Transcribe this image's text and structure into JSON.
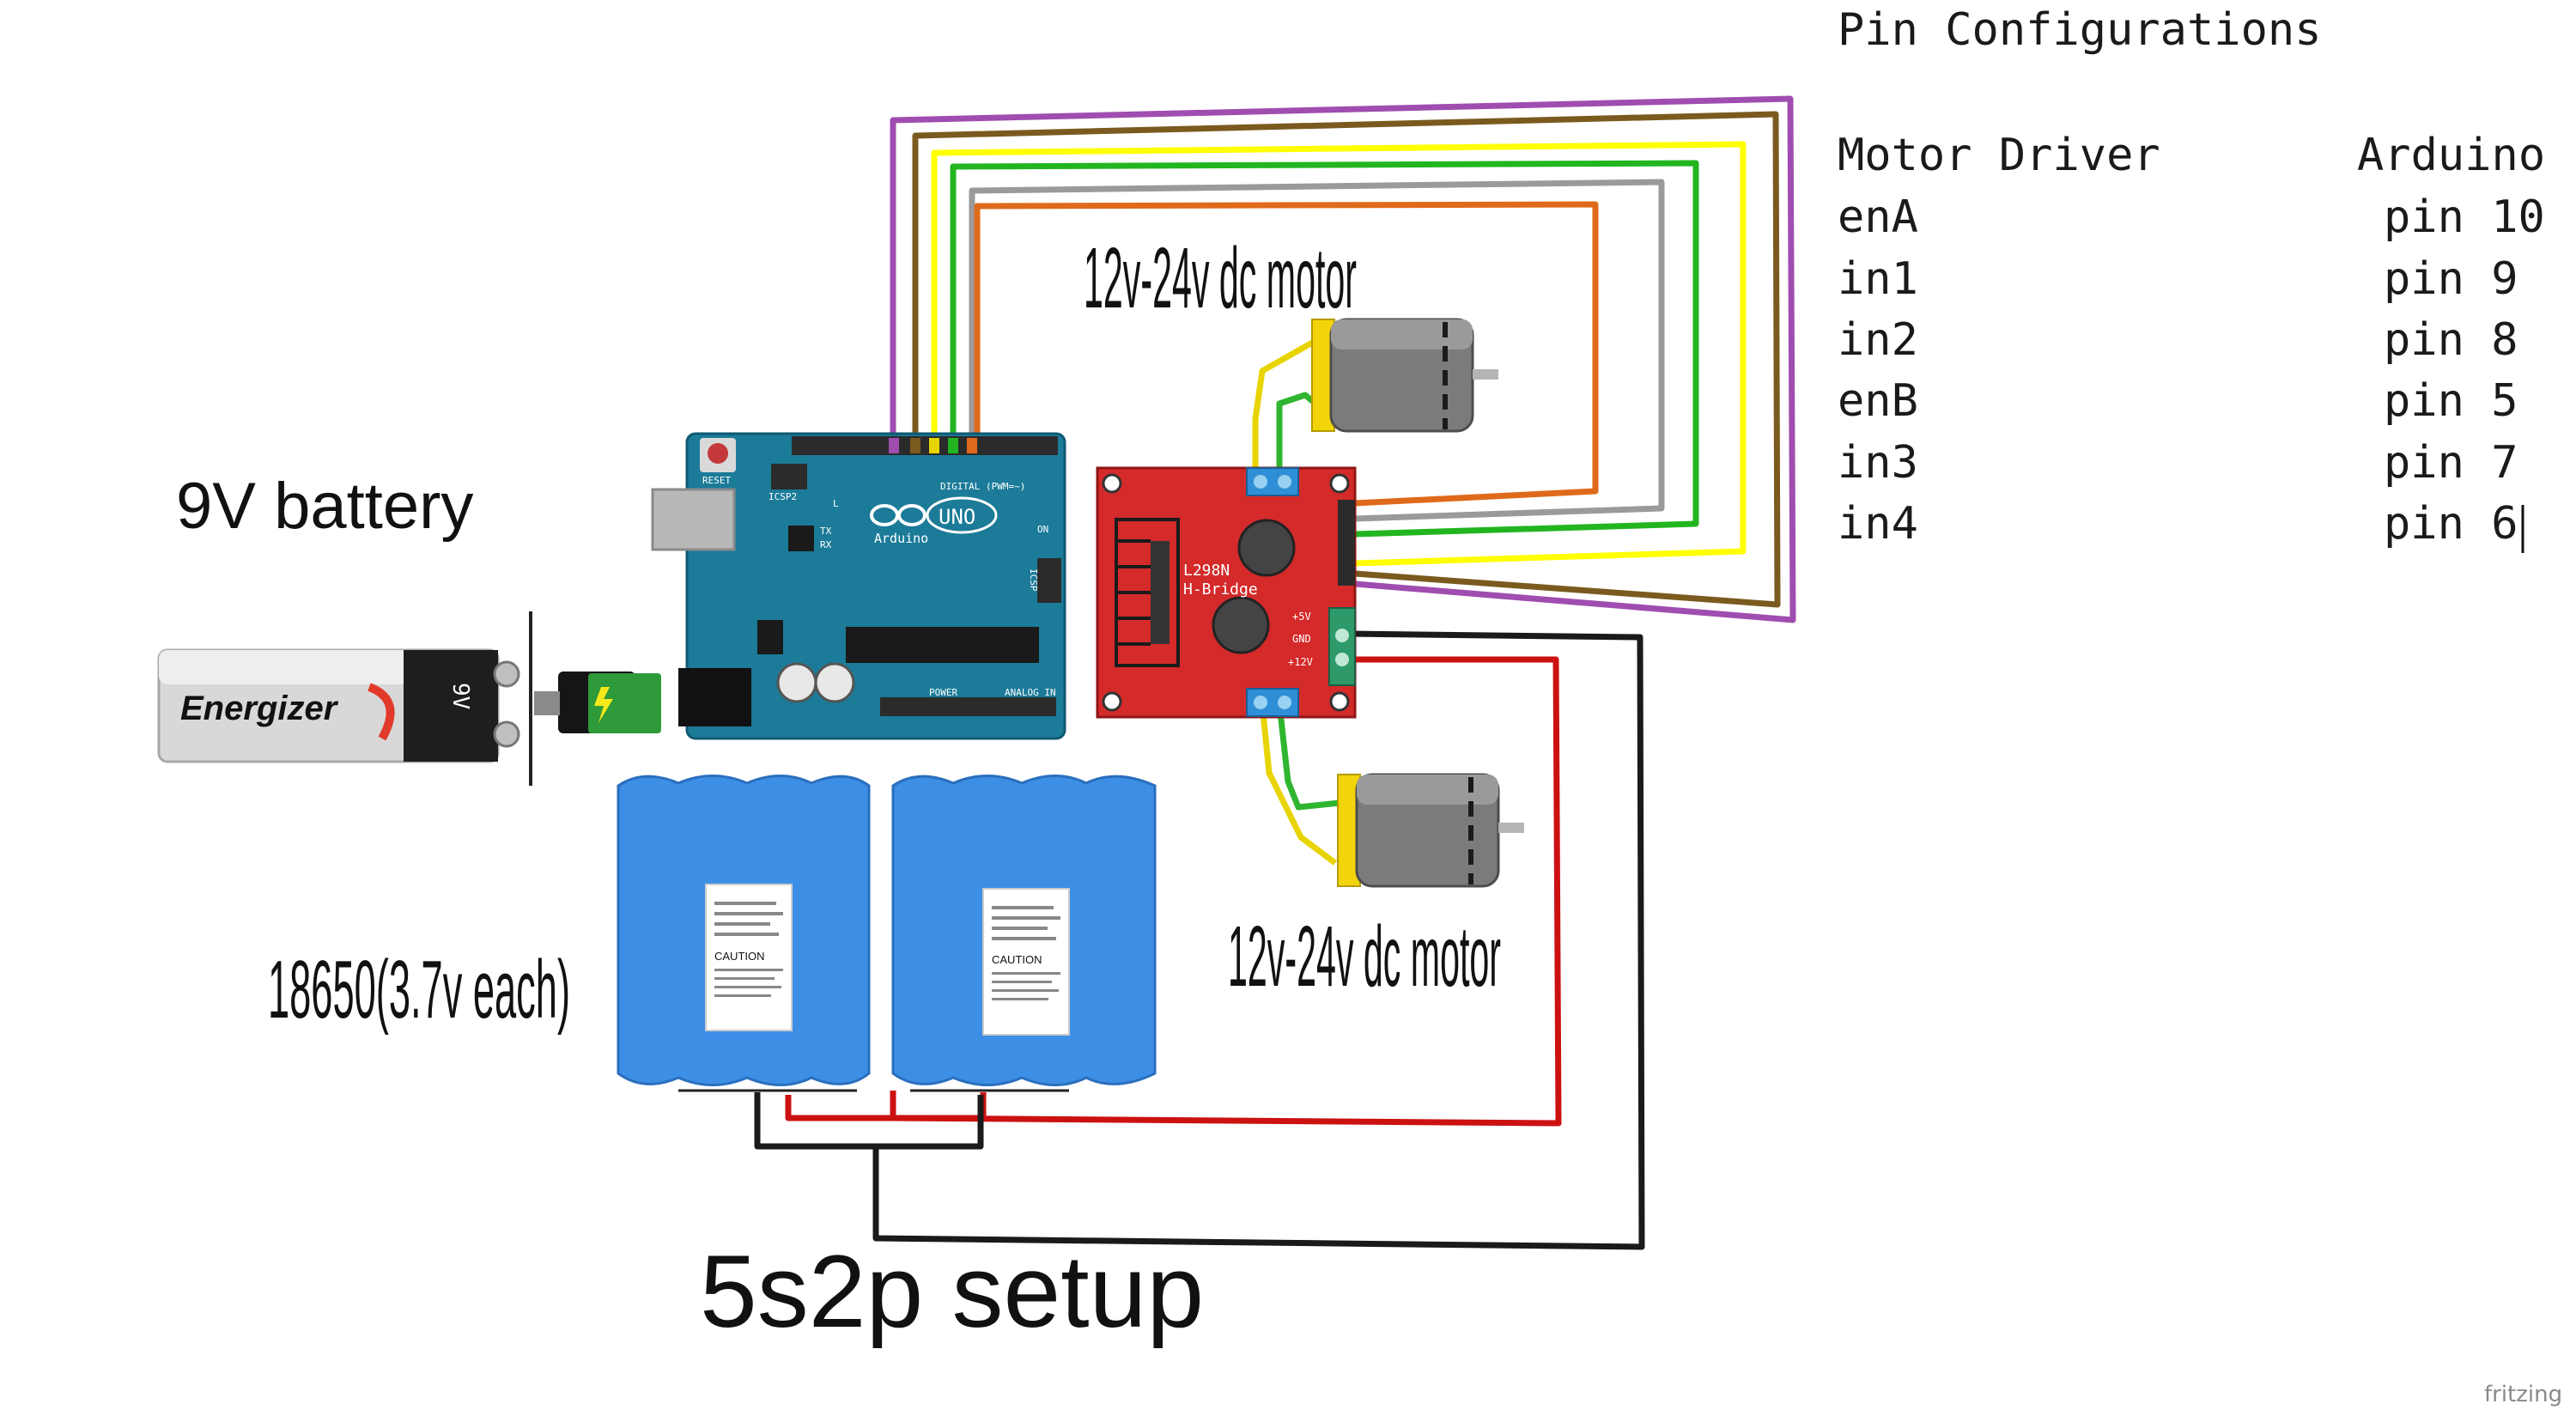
{
  "labels": {
    "battery_9v": "9V battery",
    "motor_top": "12v-24v dc motor",
    "motor_bottom": "12v-24v dc motor",
    "cells": "18650(3.7v each)",
    "setup": "5s2p setup",
    "watermark": "fritzing"
  },
  "pin_config": {
    "title": "Pin Configurations",
    "col_driver": "Motor Driver",
    "col_arduino": "Arduino",
    "rows": [
      {
        "driver": "enA",
        "arduino": "pin 10"
      },
      {
        "driver": "in1",
        "arduino": "pin 9"
      },
      {
        "driver": "in2",
        "arduino": "pin 8"
      },
      {
        "driver": "enB",
        "arduino": "pin 5"
      },
      {
        "driver": "in3",
        "arduino": "pin 7"
      },
      {
        "driver": "in4",
        "arduino": "pin 6"
      }
    ]
  },
  "arduino": {
    "logo": "Arduino",
    "model": "UNO",
    "reset": "RESET",
    "icsp2": "ICSP2",
    "icsp": "ICSP",
    "digital": "DIGITAL (PWM=~)",
    "power": "POWER",
    "analog": "ANALOG IN",
    "tx": "TX",
    "rx": "RX",
    "l": "L",
    "on": "ON"
  },
  "driver": {
    "name": "L298N",
    "subtitle": "H-Bridge",
    "pin_5v": "+5V",
    "pin_gnd": "GND",
    "pin_12v": "+12V"
  },
  "battery": {
    "brand": "Energizer",
    "voltage": "9V"
  },
  "cell_pack": {
    "caution": "CAUTION"
  },
  "wire_colors": {
    "enA": "#a04db0",
    "in1": "#7a5a1e",
    "in2": "#ffff00",
    "enB": "#22b520",
    "in3": "#9a9a9a",
    "in4": "#e06a1b",
    "power_pos": "#cc1111",
    "power_neg": "#1a1a1a",
    "motor_a": "#e8d400",
    "motor_b": "#2fb52f"
  },
  "colors": {
    "arduino_board": "#1b7b99",
    "driver_board": "#d42a2a",
    "cell_blue": "#3d8fe6",
    "terminal_blue": "#2e8fd6",
    "motor_gray": "#7b7b7b",
    "motor_yellow": "#f2d40a"
  }
}
